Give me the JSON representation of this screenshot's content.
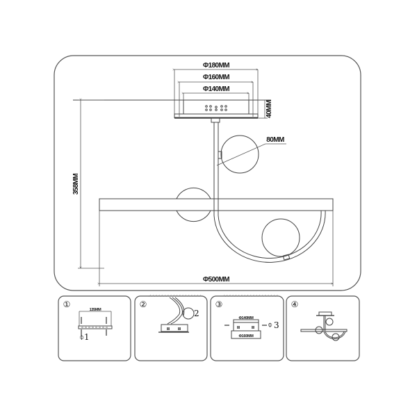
{
  "main_drawing": {
    "canopy_outer_diameter": "Φ180MM",
    "canopy_mid_diameter": "Φ160MM",
    "canopy_inner_diameter": "Φ140MM",
    "canopy_height": "40MM",
    "overall_height": "358MM",
    "globe_diameter": "80MM",
    "overall_diameter": "Φ500MM"
  },
  "steps": [
    {
      "number": "①",
      "dimension": "135MM",
      "screw_label": "1"
    },
    {
      "number": "②",
      "wire_label": "2"
    },
    {
      "number": "③",
      "inner_label": "Φ140MM",
      "outer_label": "Φ160MM",
      "screw_label": "3"
    },
    {
      "number": "④"
    }
  ],
  "colors": {
    "line": "#444444",
    "frame": "#555555",
    "background": "#ffffff"
  }
}
